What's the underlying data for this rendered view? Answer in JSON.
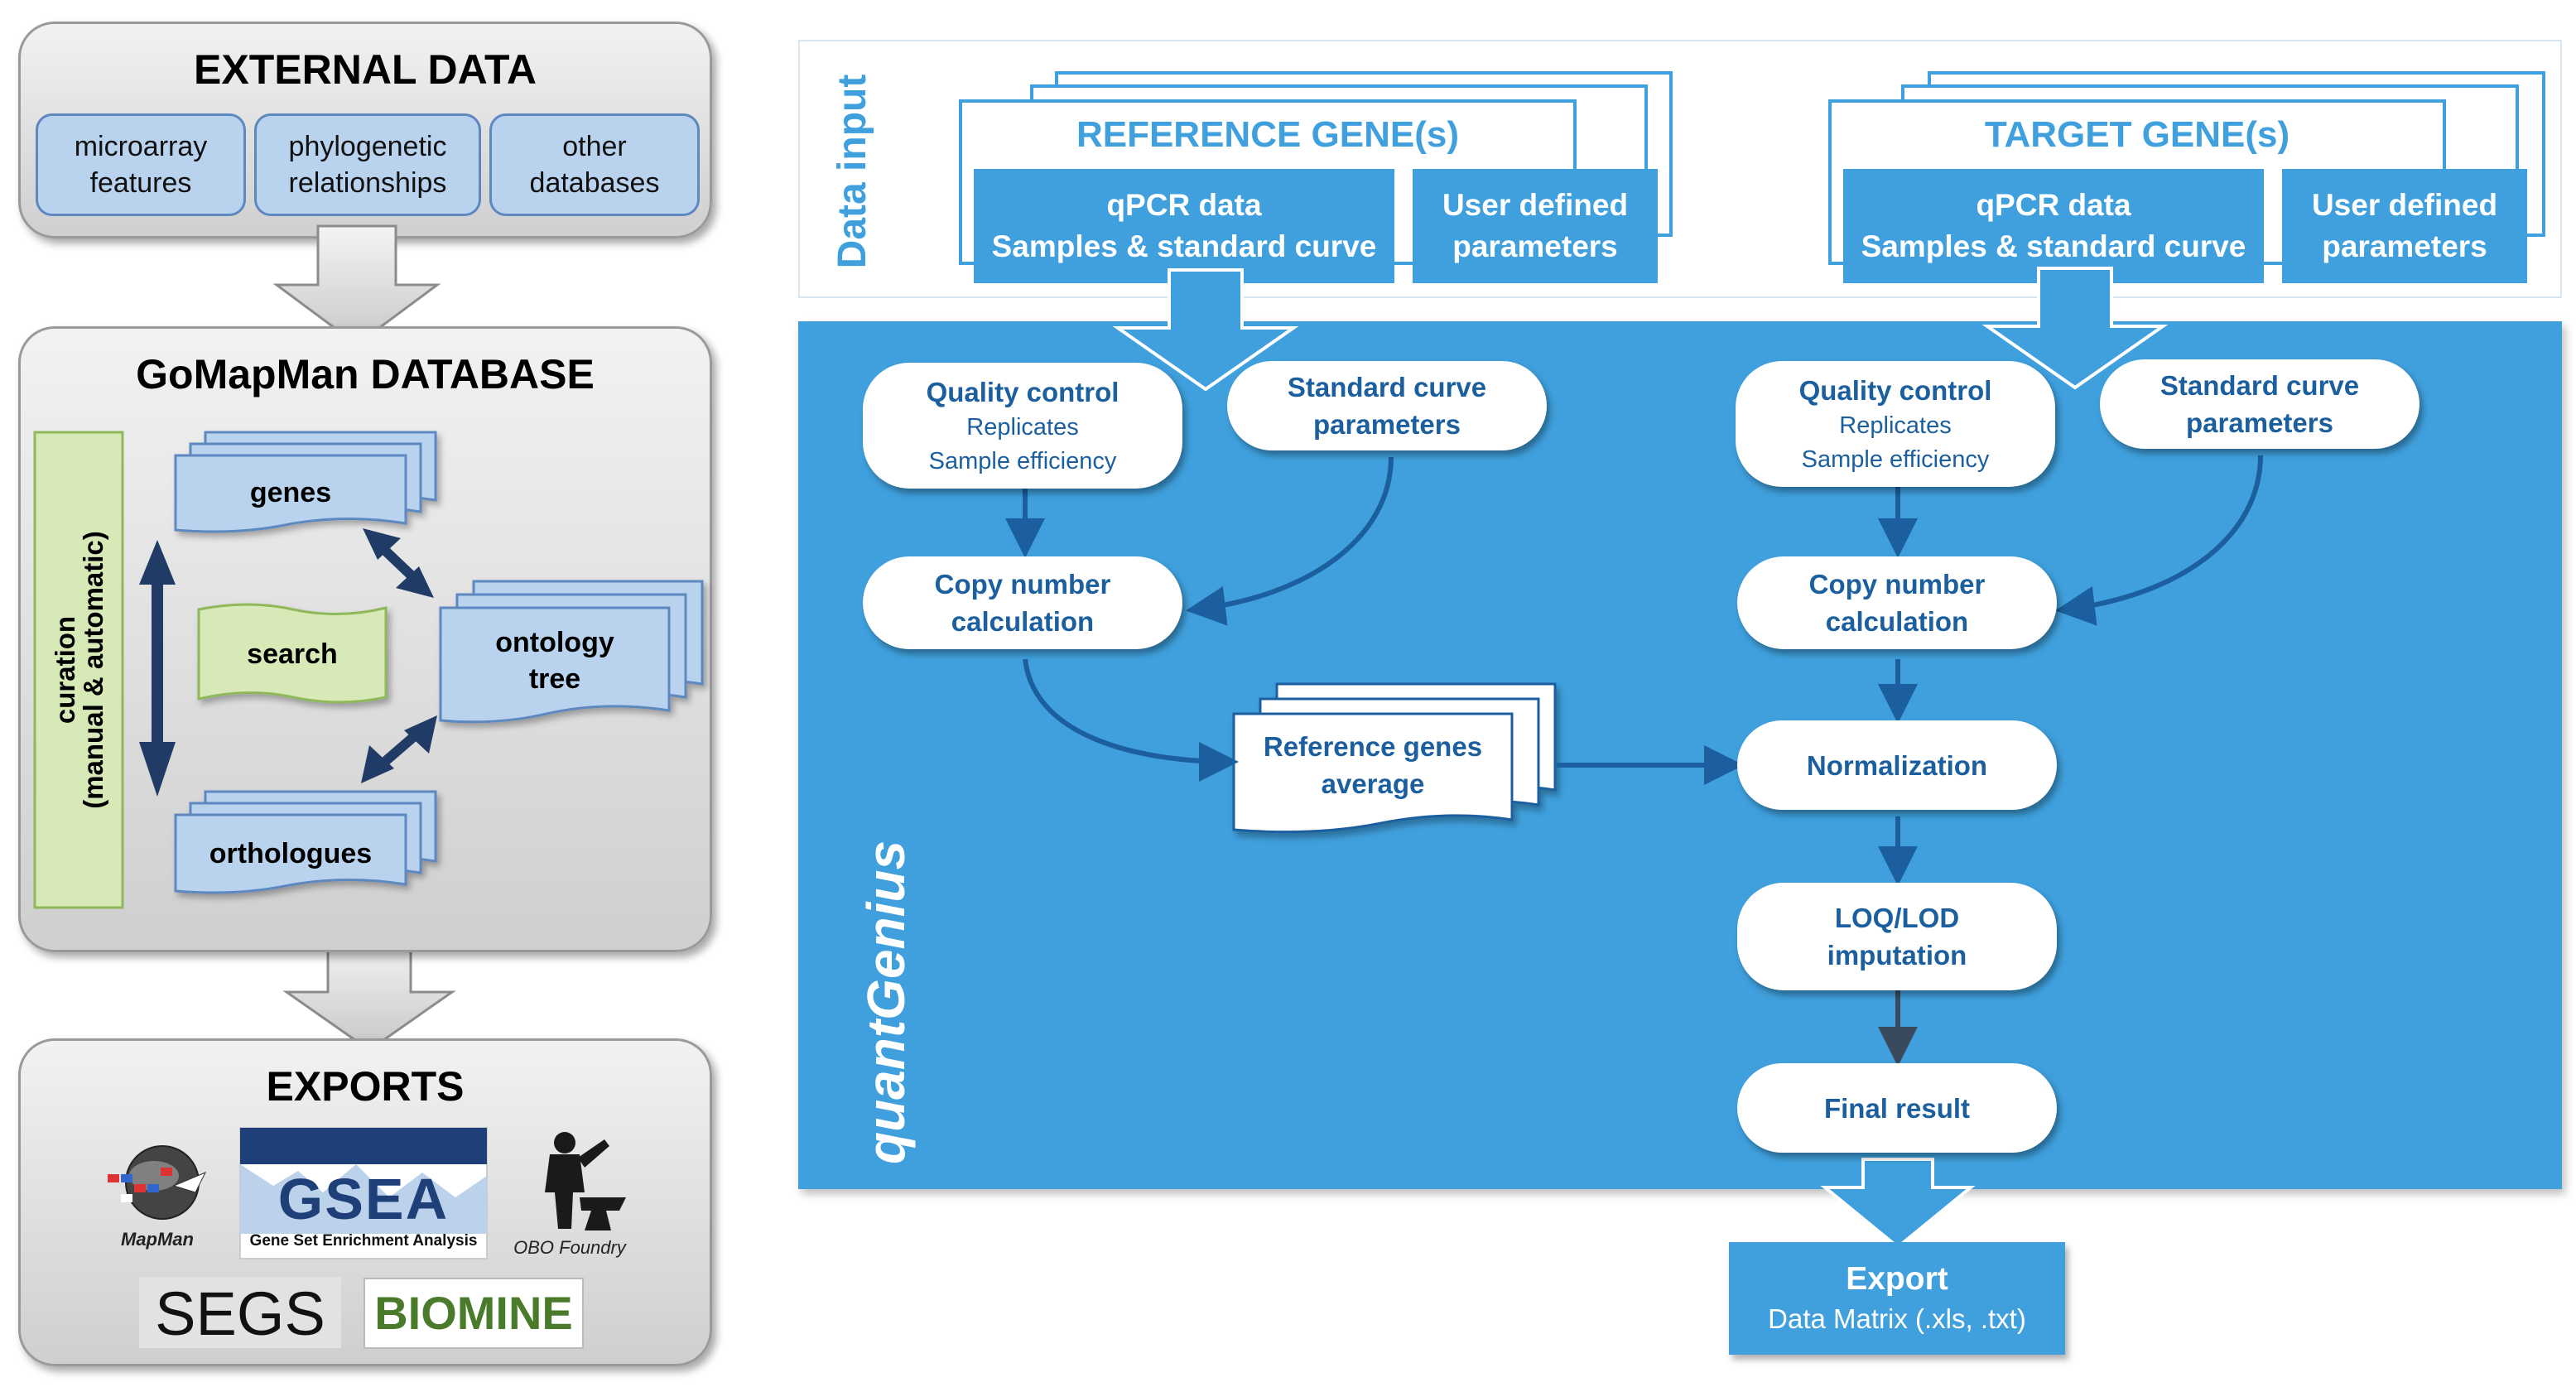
{
  "left": {
    "external": {
      "title": "EXTERNAL DATA",
      "items": [
        "microarray\nfeatures",
        "phylogenetic\nrelationships",
        "other\ndatabases"
      ]
    },
    "database": {
      "title": "GoMapMan DATABASE",
      "curation_line1": "curation",
      "curation_line2": "(manual & automatic)",
      "genes": "genes",
      "search": "search",
      "ontology": "ontology\ntree",
      "orthologues": "orthologues"
    },
    "exports": {
      "title": "EXPORTS",
      "mapman": "MapMan",
      "gsea": "GSEA",
      "gsea_sub": "Gene Set Enrichment Analysis",
      "obo": "OBO Foundry",
      "segs": "SEGS",
      "biomine": "BIOMINE"
    }
  },
  "right": {
    "data_input": "Data input",
    "quantgenius": "quantGenius",
    "reference": {
      "title": "REFERENCE GENE(s)",
      "qpcr1": "qPCR data",
      "qpcr2": "Samples & standard curve",
      "user1": "User defined",
      "user2": "parameters"
    },
    "target": {
      "title": "TARGET GENE(s)",
      "qpcr1": "qPCR data",
      "qpcr2": "Samples & standard curve",
      "user1": "User defined",
      "user2": "parameters"
    },
    "quality_control": "Quality control",
    "replicates": "Replicates",
    "sample_efficiency": "Sample efficiency",
    "standard_curve_1": "Standard curve",
    "standard_curve_2": "parameters",
    "copy_number_1": "Copy number",
    "copy_number_2": "calculation",
    "ref_avg_1": "Reference genes",
    "ref_avg_2": "average",
    "normalization": "Normalization",
    "loq_1": "LOQ/LOD",
    "loq_2": "imputation",
    "final_result": "Final result",
    "export_title": "Export",
    "export_sub": "Data Matrix (.xls, .txt)"
  },
  "colors": {
    "main_blue": "#3fa0dd",
    "dark_blue": "#1c5f9f",
    "light_box": "#b9d3ef",
    "green_box": "#d8e9b8"
  }
}
